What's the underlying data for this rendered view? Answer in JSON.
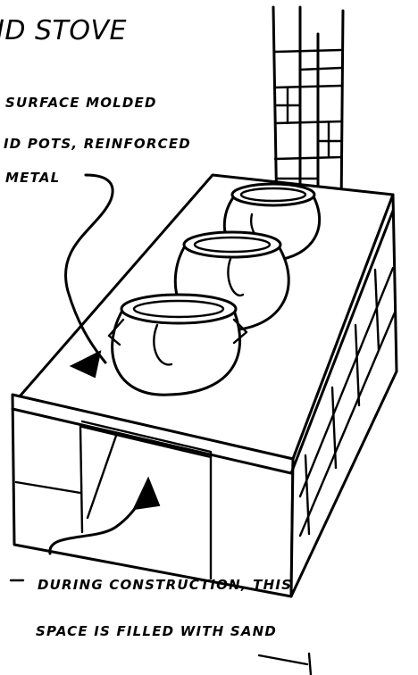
{
  "title": "ID STOVE",
  "callout_top": {
    "line1": "SURFACE MOLDED",
    "line2": "ID POTS, REINFORCED",
    "line3": "METAL"
  },
  "callout_bottom": {
    "line1": "DURING CONSTRUCTION, THIS",
    "line2": "SPACE IS FILLED WITH SAND"
  },
  "ink_color": "#000000",
  "paper_color": "#ffffff"
}
